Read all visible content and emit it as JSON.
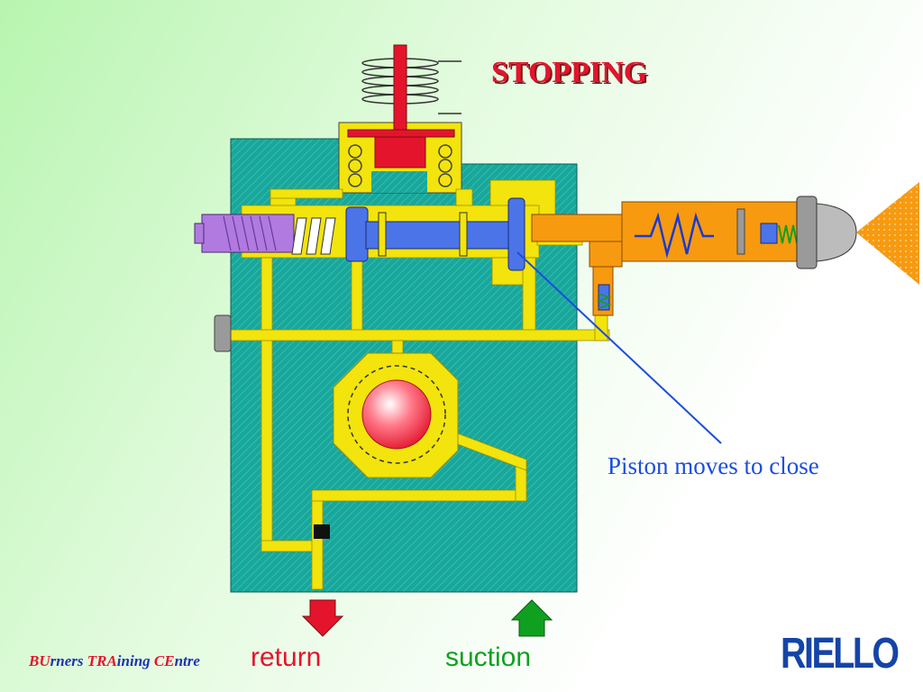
{
  "title": "STOPPING",
  "annotation": "Piston moves to close",
  "flows": {
    "return": "return",
    "suction": "suction"
  },
  "footer": {
    "p1": "BU",
    "p2": "rners ",
    "p3": "TRA",
    "p4": "ining ",
    "p5": "CE",
    "p6": "ntre"
  },
  "logo": "RIELLO",
  "colors": {
    "body": "#1aa69a",
    "channel": "#f2e40c",
    "piston": "#4a74e8",
    "stem": "#e4142c",
    "valve": "#f79a10",
    "return_arrow": "#e4142c",
    "suction_arrow": "#10a020"
  }
}
